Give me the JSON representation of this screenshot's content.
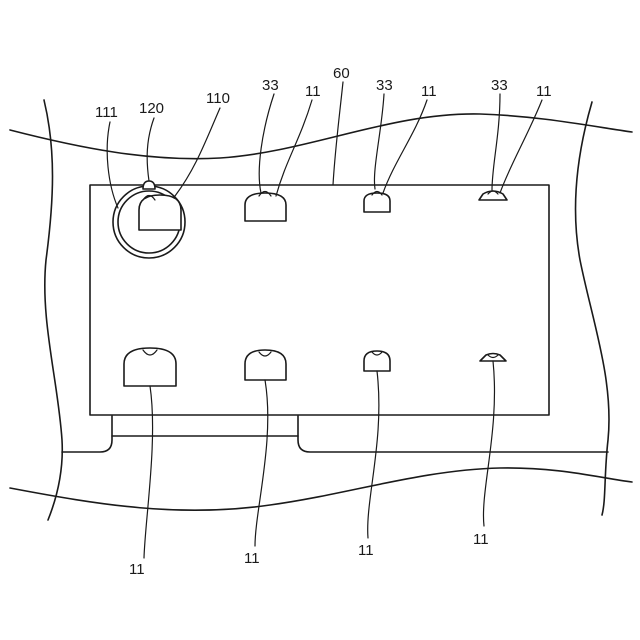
{
  "labels": {
    "l111": "111",
    "l120": "120",
    "l110": "110",
    "l33a": "33",
    "l11a": "11",
    "l60": "60",
    "l33b": "33",
    "l11b": "11",
    "l33c": "33",
    "l11c": "11",
    "l11d": "11",
    "l11e": "11",
    "l11f": "11",
    "l11g": "11"
  },
  "colors": {
    "stroke": "#1a1a1a",
    "background": "#ffffff"
  }
}
